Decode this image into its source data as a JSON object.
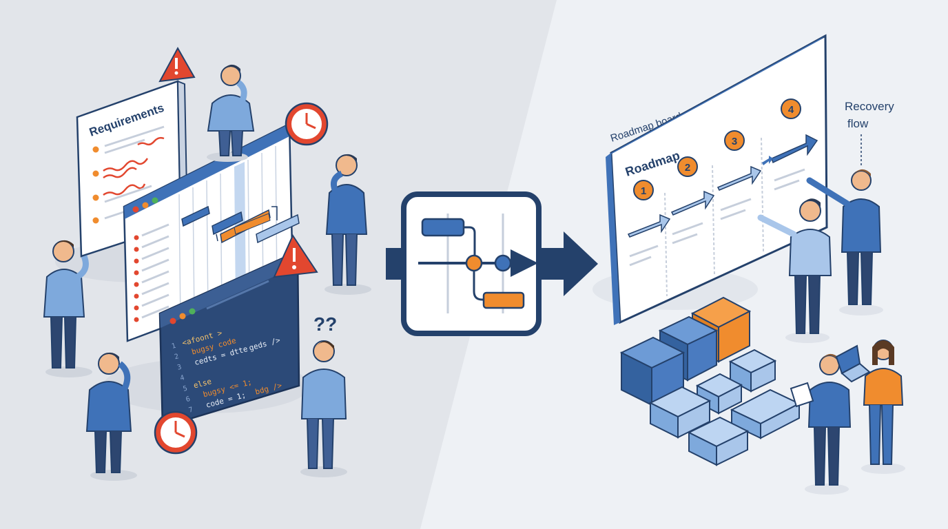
{
  "left_scene": {
    "requirements": {
      "title": "Requirements"
    },
    "code_window": {
      "lines": [
        {
          "num": "1",
          "text": "<afoont >"
        },
        {
          "num": "2",
          "text": "bugsy code"
        },
        {
          "num": "3",
          "text": "cedts = dtte"
        },
        {
          "num": "4",
          "text": ""
        },
        {
          "num": "5",
          "text": "else"
        },
        {
          "num": "6",
          "text": "bugsy <= 1;"
        },
        {
          "num": "7",
          "text": "code = 1;"
        }
      ],
      "extra_tags": [
        "geds />",
        "bdg />"
      ]
    },
    "confused_mark": "??"
  },
  "right_scene": {
    "board_caption": "Roadmap board",
    "board": {
      "title": "Roadmap",
      "steps": [
        "1",
        "2",
        "3",
        "4"
      ]
    },
    "recovery_label_line1": "Recovery",
    "recovery_label_line2": "flow"
  },
  "colors": {
    "navy": "#24416b",
    "blue": "#3f72b8",
    "light_blue": "#a9c6ea",
    "orange": "#f08c2e",
    "red": "#e2472f",
    "paper": "#ffffff",
    "background_left": "#e2e5ea",
    "background_right": "#eef1f5"
  }
}
